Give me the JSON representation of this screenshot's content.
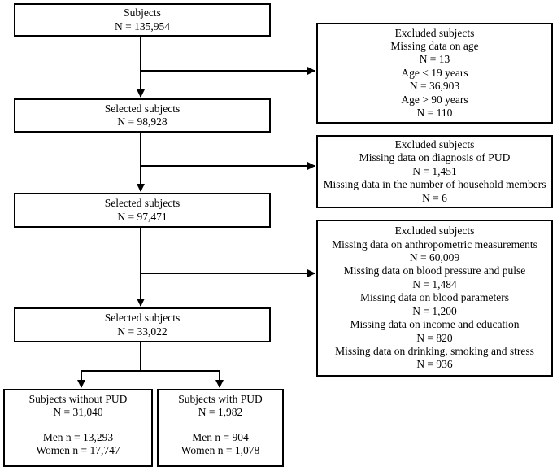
{
  "subjects": {
    "title": "Subjects",
    "n": "N = 135,954"
  },
  "excluded1": {
    "lines": [
      "Excluded subjects",
      "Missing data on age",
      "N = 13",
      "Age < 19 years",
      "N = 36,903",
      "Age > 90 years",
      "N = 110"
    ]
  },
  "selected1": {
    "title": "Selected subjects",
    "n": "N = 98,928"
  },
  "excluded2": {
    "lines": [
      "Excluded subjects",
      "Missing data on diagnosis of PUD",
      "N = 1,451",
      "Missing data in the number of household members",
      "N = 6"
    ]
  },
  "selected2": {
    "title": "Selected subjects",
    "n": "N = 97,471"
  },
  "excluded3": {
    "lines": [
      "Excluded subjects",
      "Missing data on anthropometric measurements",
      "N = 60,009",
      "Missing data on blood pressure and pulse",
      "N = 1,484",
      "Missing data on blood parameters",
      "N = 1,200",
      "Missing data on income and education",
      "N = 820",
      "Missing data on drinking, smoking and stress",
      "N = 936"
    ]
  },
  "selected3": {
    "title": "Selected subjects",
    "n": "N = 33,022"
  },
  "without_pud": {
    "title": "Subjects without PUD",
    "n": "N = 31,040",
    "men": "Men n = 13,293",
    "women": "Women n = 17,747"
  },
  "with_pud": {
    "title": "Subjects with PUD",
    "n": "N = 1,982",
    "men": "Men n = 904",
    "women": "Women n = 1,078"
  },
  "colors": {
    "stroke": "#000000",
    "background": "#ffffff"
  }
}
